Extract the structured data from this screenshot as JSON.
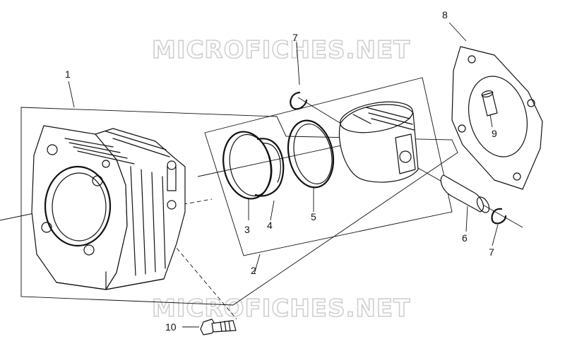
{
  "watermark": "MICROFICHES.NET",
  "callouts": {
    "c1": "1",
    "c2": "2",
    "c3": "3",
    "c4": "4",
    "c5": "5",
    "c6": "6",
    "c7a": "7",
    "c7b": "7",
    "c8": "8",
    "c9": "9",
    "c10": "10"
  }
}
